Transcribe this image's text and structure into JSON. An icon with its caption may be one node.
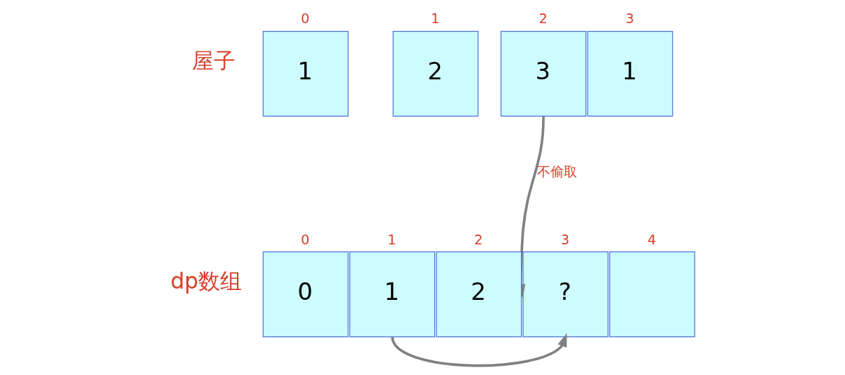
{
  "diagram": {
    "nodes": [
      {
        "text": [
          "1"
        ],
        "beside": [
          "0"
        ]
      },
      {
        "text": [
          "2"
        ],
        "beside": [
          "1"
        ]
      },
      {
        "text": [
          "3"
        ],
        "beside": [
          "2"
        ]
      },
      {
        "text": [
          "1"
        ],
        "beside": [
          "3"
        ]
      },
      {
        "text": [
          "0"
        ],
        "beside": [
          "0"
        ]
      },
      {
        "text": [
          "1"
        ],
        "beside": [
          "1"
        ]
      },
      {
        "text": [
          "2"
        ],
        "beside": [
          "2"
        ]
      },
      {
        "text": [
          "?"
        ],
        "beside": [
          "3"
        ]
      },
      {
        "text": [],
        "shape": "box",
        "beside": [
          "4"
        ]
      }
    ],
    "edges": [
      {
        "from": 2,
        "to": 7,
        "arrow": "to",
        "label": "不偷取"
      },
      {
        "from": 5,
        "to": 7,
        "arrow": "to"
      }
    ],
    "labels": [
      "屋子",
      "dp数组"
    ]
  }
}
